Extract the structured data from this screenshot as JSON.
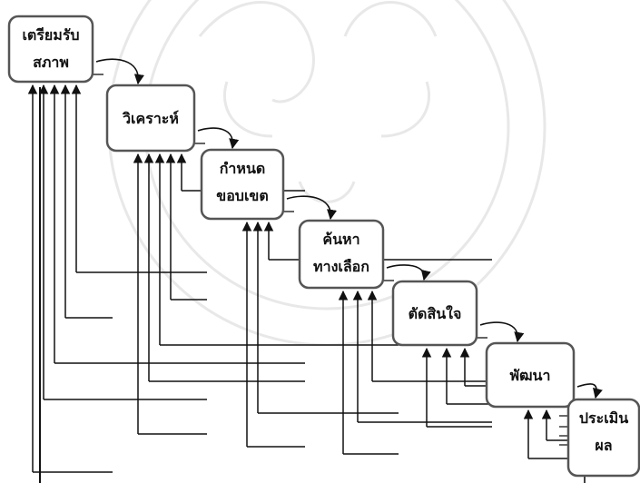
{
  "diagram": {
    "steps": [
      {
        "id": "s1",
        "lines": [
          "เตรียมรับ",
          "สภาพ"
        ]
      },
      {
        "id": "s2",
        "lines": [
          "วิเคราะห์"
        ]
      },
      {
        "id": "s3",
        "lines": [
          "กำหนด",
          "ขอบเขต"
        ]
      },
      {
        "id": "s4",
        "lines": [
          "ค้นหา",
          "ทางเลือก"
        ]
      },
      {
        "id": "s5",
        "lines": [
          "ตัดสินใจ"
        ]
      },
      {
        "id": "s6",
        "lines": [
          "พัฒนา"
        ]
      },
      {
        "id": "s7",
        "lines": [
          "ประเมิน",
          "ผล"
        ]
      }
    ],
    "colors": {
      "box_stroke": "#555555",
      "line": "#111111",
      "watermark": "#d9d9d9"
    },
    "watermark": {
      "type": "university-seal"
    }
  }
}
